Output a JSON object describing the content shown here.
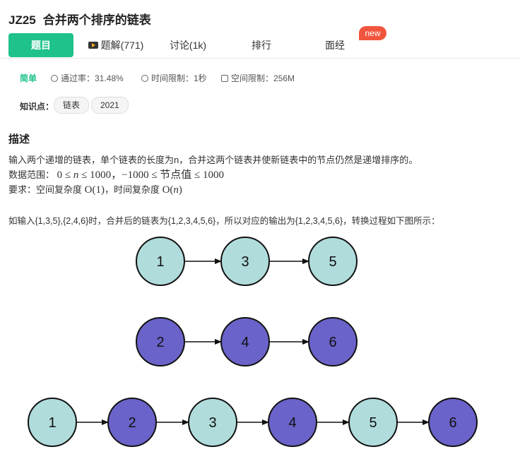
{
  "problem": {
    "code": "JZ25",
    "title": "合并两个排序的链表"
  },
  "tabs": [
    {
      "label": "题目",
      "active": true
    },
    {
      "label": "题解(771)",
      "icon": "video-play-icon"
    },
    {
      "label": "讨论(1k)"
    },
    {
      "label": "排行"
    },
    {
      "label": "面经"
    }
  ],
  "badge": {
    "new_label": "new",
    "color": "#f2553e"
  },
  "accent_color": "#1ec28a",
  "meta": {
    "difficulty": "简单",
    "pass_rate": "通过率：31.48%",
    "time_limit": "时间限制：1秒",
    "space_limit": "空间限制：256M"
  },
  "knowledge": {
    "label": "知识点：",
    "tags": [
      "链表",
      "2021"
    ]
  },
  "description": {
    "heading": "描述",
    "line1": "输入两个递增的链表，单个链表的长度为n，合并这两个链表并使新链表中的节点仍然是递增排序的。",
    "range_label": "数据范围：",
    "range_a": "0 ≤ ",
    "range_var": "n",
    "range_b": " ≤ 1000，−1000 ≤ 节点值 ≤ 1000",
    "req_label": "要求：空间复杂度 ",
    "space_complexity": "O(1)",
    "req_mid": "，时间复杂度 ",
    "time_complexity_o": "O(",
    "time_complexity_var": "n",
    "time_complexity_close": ")",
    "example": "如输入{1,3,5},{2,4,6}时，合并后的链表为{1,2,3,4,5,6}，所以对应的输出为{1,2,3,4,5,6}，转换过程如下图所示："
  },
  "diagram": {
    "list1": [
      "1",
      "3",
      "5"
    ],
    "list2": [
      "2",
      "4",
      "6"
    ],
    "merged": [
      "1",
      "2",
      "3",
      "4",
      "5",
      "6"
    ],
    "colors": {
      "light": "#b0dcdc",
      "dark": "#6a63c9",
      "stroke": "#111111"
    }
  }
}
